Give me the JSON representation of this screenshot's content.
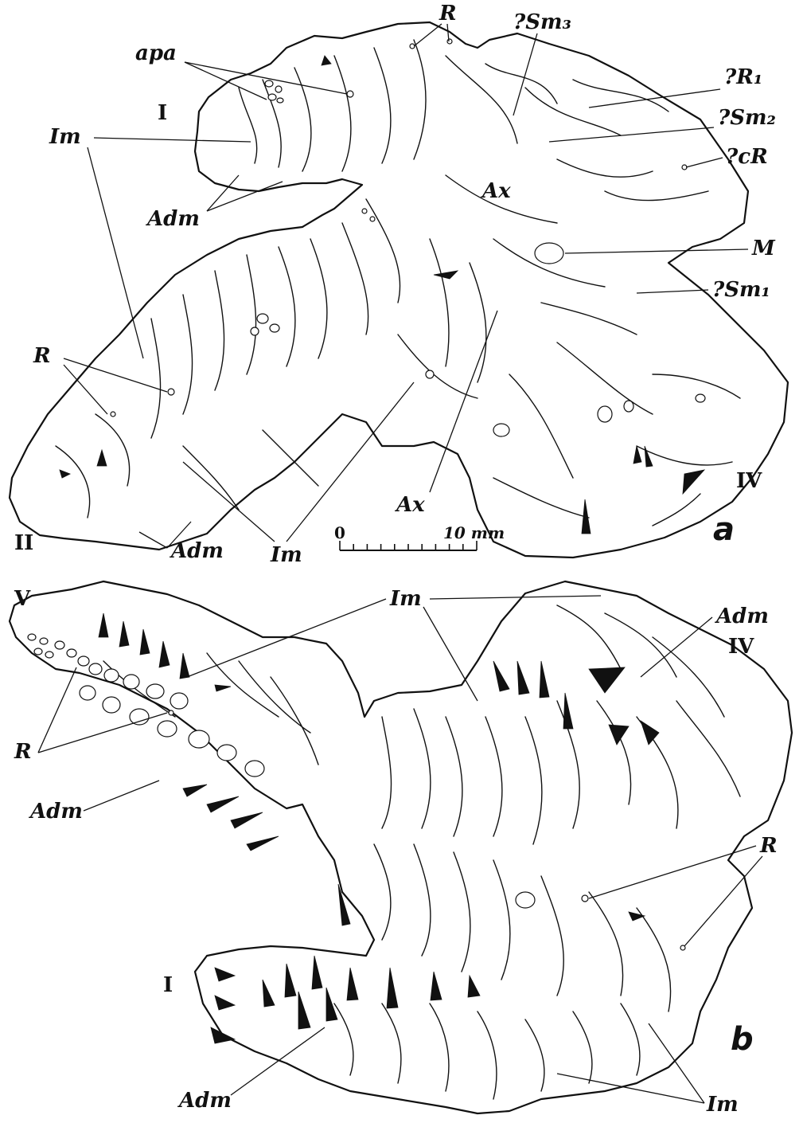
{
  "figure": {
    "panels": {
      "a": {
        "letter": "a",
        "plate_numbers": [
          "I",
          "II",
          "IV"
        ],
        "labels": {
          "apa": "apa",
          "R": "R",
          "Sm3": "?Sm₃",
          "R1": "?R₁",
          "Sm2": "?Sm₂",
          "cR": "?cR",
          "Im": "Im",
          "Ax": "Ax",
          "Adm": "Adm",
          "M": "M",
          "Sm1": "?Sm₁"
        },
        "scale_bar": {
          "zero": "0",
          "end": "10 mm",
          "length_mm": 10,
          "ticks": 10
        }
      },
      "b": {
        "letter": "b",
        "plate_numbers": [
          "V",
          "IV",
          "I"
        ],
        "labels": {
          "Im": "Im",
          "Adm": "Adm",
          "R": "R"
        }
      }
    },
    "colors": {
      "ink": "#111111",
      "paper": "#ffffff"
    }
  }
}
